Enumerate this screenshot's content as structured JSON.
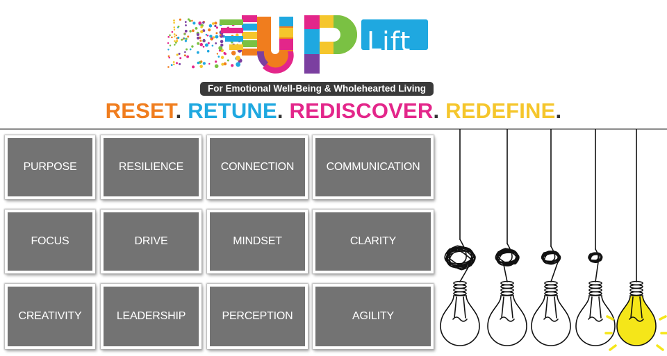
{
  "logo": {
    "wordmark": "UP",
    "lift": "Lift",
    "tagline": "For Emotional Well-Being & Wholehearted Living"
  },
  "headline": {
    "words": [
      {
        "text": "RESET",
        "color": "#f07d1e"
      },
      {
        "text": "RETUNE",
        "color": "#1fa8e0"
      },
      {
        "text": "REDISCOVER",
        "color": "#e3268a"
      },
      {
        "text": "REDEFINE",
        "color": "#f5c62c"
      }
    ],
    "separator": "."
  },
  "tiles": [
    [
      "PURPOSE",
      "RESILIENCE",
      "CONNECTION",
      "COMMUNICATION"
    ],
    [
      "FOCUS",
      "DRIVE",
      "MINDSET",
      "CLARITY"
    ],
    [
      "CREATIVITY",
      "LEADERSHIP",
      "PERCEPTION",
      "AGILITY"
    ]
  ],
  "colors": {
    "tile": "#737373",
    "lift_box": "#1fa8e0",
    "u_stripes": [
      "#e3268a",
      "#1fa8e0",
      "#f5c62c",
      "#7ac143",
      "#f07d1e"
    ],
    "lit_bulb": "#f5e619"
  },
  "icons": [
    "logo-dots-graphic",
    "tangled-light-bulb-icon",
    "lit-light-bulb-icon"
  ]
}
